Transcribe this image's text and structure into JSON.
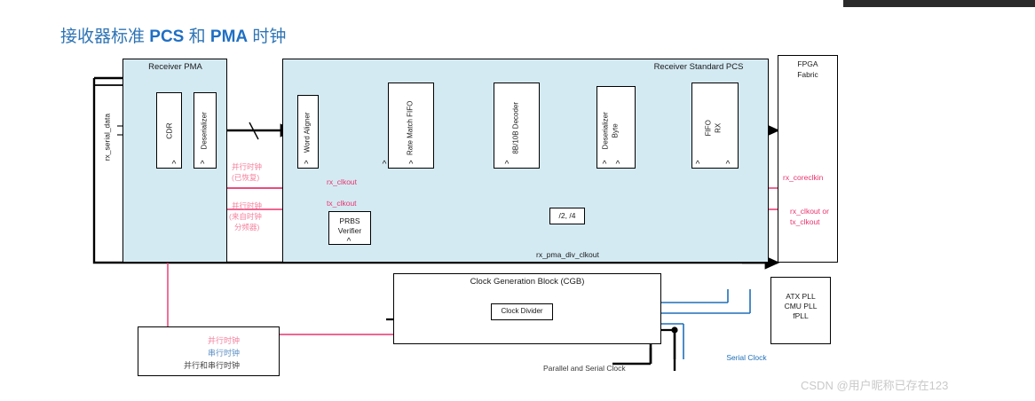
{
  "title": {
    "pre": "接收器标准 ",
    "b1": "PCS",
    "mid": " 和 ",
    "b2": "PMA",
    "post": " 时钟"
  },
  "blocks": {
    "receiver_pma": "Receiver PMA",
    "receiver_standard_pcs": "Receiver Standard PCS",
    "fpga_fabric_line1": "FPGA",
    "fpga_fabric_line2": "Fabric",
    "cgb": "Clock Generation Block (CGB)",
    "cdr": "CDR",
    "deserializer": "Deserializer",
    "word_aligner": "Word Aligner",
    "rate_match_fifo": "Rate Match FIFO",
    "decoder_8b10b": "8B/10B Decoder",
    "byte_deserializer_l1": "Byte",
    "byte_deserializer_l2": "Deserializer",
    "rx_fifo_l1": "RX",
    "rx_fifo_l2": "FIFO",
    "prbs_l1": "PRBS",
    "prbs_l2": "Verifier",
    "clock_divider": "Clock Divider",
    "divider_ratio": "/2, /4",
    "pll_l1": "ATX PLL",
    "pll_l2": "CMU PLL",
    "pll_l3": "fPLL"
  },
  "signals": {
    "rx_serial_data": "rx_serial_data",
    "rx_clkout": "rx_clkout",
    "tx_clkout": "tx_clkout",
    "rx_pma_div_clkout": "rx_pma_div_clkout",
    "rx_coreclkin": "rx_coreclkin",
    "rx_or_tx_clkout_l1": "rx_clkout or",
    "rx_or_tx_clkout_l2": "tx_clkout",
    "parallel_clock_recovered_l1": "并行时钟",
    "parallel_clock_recovered_l2": "(已恢复)",
    "parallel_clock_divider_l1": "并行时钟",
    "parallel_clock_divider_l2": "(来自时钟",
    "parallel_clock_divider_l3": "分频器)",
    "parallel_and_serial_clock": "Parallel and Serial Clock",
    "serial_clock": "Serial Clock"
  },
  "legend": {
    "items": [
      {
        "label": "并行时钟",
        "color": "#e8336d"
      },
      {
        "label": "串行时钟",
        "color": "#1f6fb8"
      },
      {
        "label": "并行和串行时钟",
        "color": "#000000"
      }
    ]
  },
  "colors": {
    "parallel_clock": "#e8336d",
    "serial_clock": "#1f6fb8",
    "both_clock": "#000000",
    "pcs_fill": "#d4eaf3",
    "highlight": "#f1473c",
    "title": "#2e74b5"
  },
  "watermark": "CSDN @用户昵称已存在123"
}
